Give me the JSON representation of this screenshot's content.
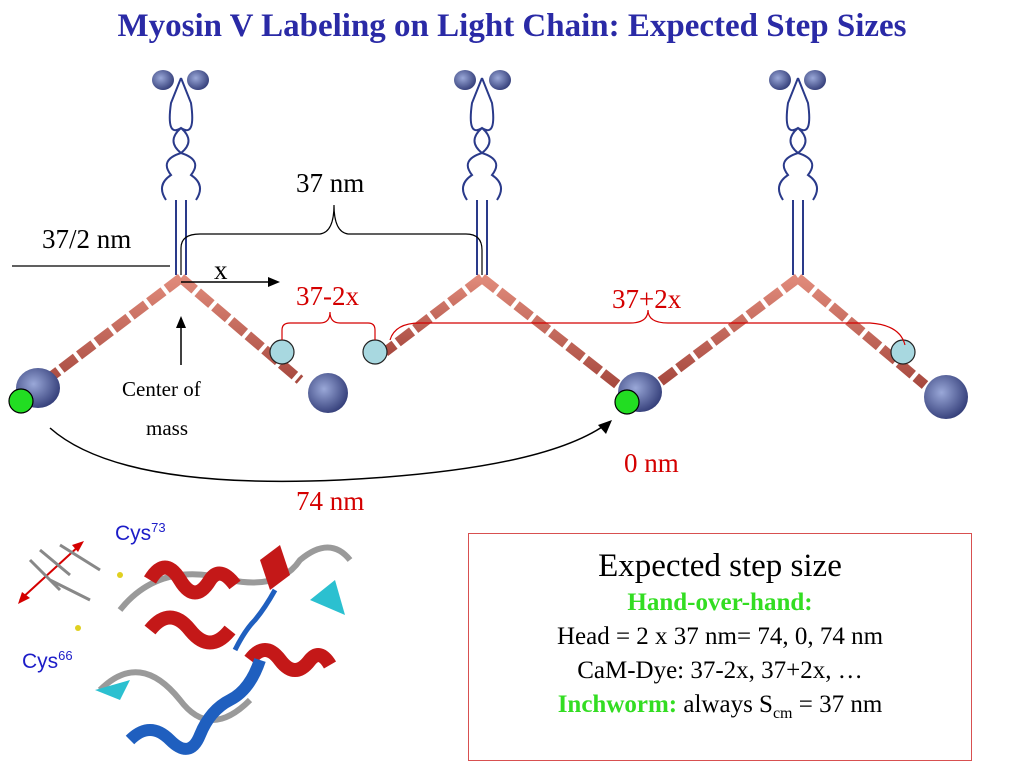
{
  "title": "Myosin V Labeling on Light Chain: Expected Step Sizes",
  "labels": {
    "span_37": "37 nm",
    "half_37": "37/2 nm",
    "x": "x",
    "minus": "37-2x",
    "plus": "37+2x",
    "center_of_mass_1": "Center of",
    "center_of_mass_2": "mass",
    "zero": "0 nm",
    "seventy_four": "74 nm"
  },
  "cys": {
    "top": "Cys",
    "top_sup": "73",
    "left": "Cys",
    "left_sup": "66"
  },
  "box": {
    "heading": "Expected step size",
    "hoh": "Hand-over-hand:",
    "head_line": "Head = 2 x 37 nm= 74, 0, 74 nm",
    "cam_line": "CaM-Dye: 37-2x, 37+2x, …",
    "inchworm": "Inchworm:",
    "always": " always S",
    "cm": "cm",
    "tail": " = 37 nm"
  },
  "colors": {
    "title": "#2a2aa6",
    "annotation_red": "#d40000",
    "dye_green": "#22dd22",
    "lever": "#c8685a",
    "head": "#3a4a90",
    "cam_circle": "#a8d8e0"
  }
}
